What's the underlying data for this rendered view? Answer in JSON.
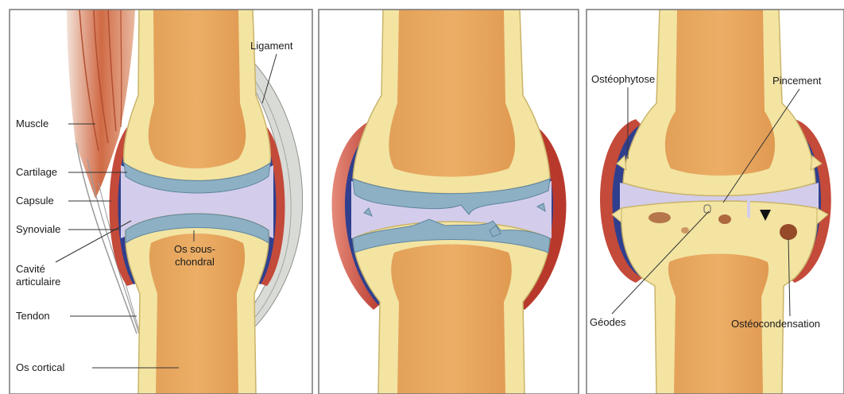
{
  "panel1": {
    "labels": {
      "ligament": "Ligament",
      "muscle": "Muscle",
      "cartilage": "Cartilage",
      "capsule": "Capsule",
      "synoviale": "Synoviale",
      "cavite_line1": "Cavité",
      "cavite_line2": "articulaire",
      "os_sous_line1": "Os sous-",
      "os_sous_line2": "chondral",
      "tendon": "Tendon",
      "os_cortical": "Os cortical"
    }
  },
  "panel3": {
    "labels": {
      "osteophytose": "Ostéophytose",
      "pincement": "Pincement",
      "geodes": "Géodes",
      "osteocondensation": "Ostéocondensation"
    }
  },
  "colors": {
    "bone_shell": "#f3e4a2",
    "marrow": "#e7a55a",
    "cartilage": "#8db0c4",
    "synovial_fluid": "#d3cdeb",
    "capsule_red": "#c44a3a",
    "capsule_blue": "#2f3f8e",
    "ligament": "#d9dbd7",
    "muscle": "#d0714a",
    "frame": "#777777"
  }
}
